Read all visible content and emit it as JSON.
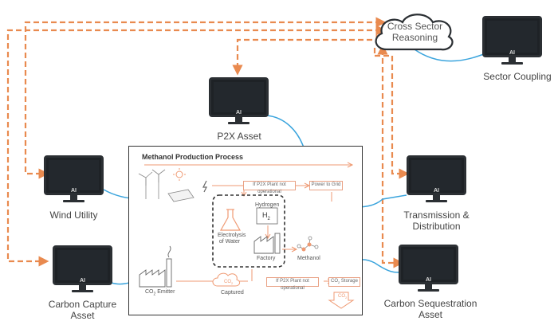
{
  "nodes": {
    "cross_sector": "Cross Sector\nReasoning",
    "sector_coupling": "Sector Coupling",
    "p2x": "P2X Asset",
    "wind": "Wind Utility",
    "transmission": "Transmission &\nDistribution",
    "carbon_capture": "Carbon Capture\nAsset",
    "carbon_seq": "Carbon Sequestration\nAsset"
  },
  "monitor_badge": "AI",
  "process": {
    "title": "Methanol Production Process",
    "p2x_not_operational_1": "If P2X Plant not operational",
    "power_to_grid": "Power to Grid",
    "hydrogen": "Hydrogen",
    "h2": "H",
    "h2_sub": "2",
    "electrolysis": "Electrolysis\nof Water",
    "factory": "Factory",
    "methanol": "Methanol",
    "co2_emitter": "CO",
    "co2_emitter_rest": " Emitter",
    "captured": "Captured",
    "co2_cloud": "CO",
    "p2x_not_operational_2": "If P2X Plant not operational",
    "co2_storage": "CO",
    "co2_storage_rest": " Storage",
    "co2_arrow": "CO"
  },
  "colors": {
    "dashed_orange": "#e98a4f",
    "cable_blue": "#3aa4dd",
    "process_orange": "#ef9a73"
  }
}
